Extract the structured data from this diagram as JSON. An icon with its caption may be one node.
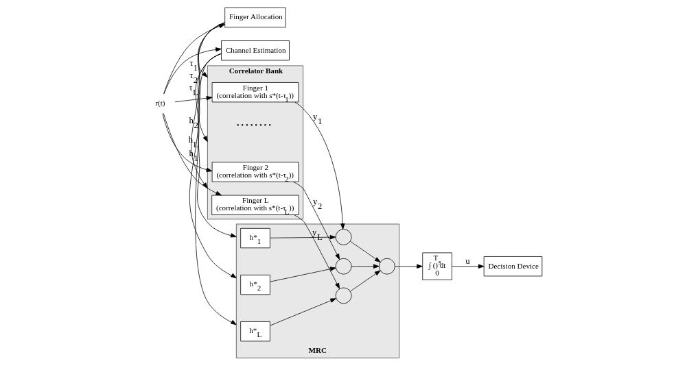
{
  "diagram": {
    "nodes": [
      {
        "text": [
          "r(t)"
        ]
      },
      {
        "text": [
          "Finger Allocation"
        ]
      },
      {
        "text": [
          "Channel Estimation"
        ]
      },
      {
        "text": [
          "Correlator Bank"
        ]
      },
      {
        "text": [
          "Finger 1",
          "(correlation with s*(t-τ$_{1}$))"
        ],
        "in": 3
      },
      {
        "text": [
          "Finger 2",
          "(correlation with s*(t-τ$_{2}$))"
        ],
        "in": 3
      },
      {
        "text": [
          "Finger L",
          "(correlation with s*(t-τ$_{L}$))"
        ],
        "in": 3
      },
      {
        "text": [
          "MRC"
        ]
      },
      {
        "text": [
          "h*$_{1}$"
        ],
        "in": 7
      },
      {
        "text": [],
        "shape": "circle",
        "in": 7
      },
      {
        "text": [
          "h*$_{2}$"
        ],
        "in": 7
      },
      {
        "text": [],
        "shape": "circle",
        "in": 7
      },
      {
        "text": [
          "h*$_{L}$"
        ],
        "in": 7
      },
      {
        "text": [],
        "shape": "circle",
        "in": 7
      },
      {
        "text": [],
        "shape": "circle",
        "in": 7
      },
      {
        "text": [
          "T$_{s}$",
          "∫ () dt",
          "0"
        ]
      },
      {
        "text": [
          "Decision Device"
        ]
      }
    ],
    "edges": [
      {
        "from": 0,
        "to": 1,
        "arrow": "to"
      },
      {
        "from": 0,
        "to": 2,
        "arrow": "to"
      },
      {
        "from": 0,
        "to": 4,
        "arrow": "to"
      },
      {
        "from": 0,
        "to": 5,
        "arrow": "to"
      },
      {
        "from": 0,
        "to": 6,
        "arrow": "to"
      },
      {
        "from": 1,
        "to": 3,
        "arrow": "to",
        "label": "τ$_{1}$"
      },
      {
        "from": 1,
        "to": 3,
        "arrow": "to",
        "label": "τ$_{2}$"
      },
      {
        "from": 1,
        "to": 3,
        "arrow": "to",
        "label": "τ$_{L}$"
      },
      {
        "from": 2,
        "to": 7,
        "arrow": "to",
        "label": "h$_{1}$"
      },
      {
        "from": 2,
        "to": 7,
        "arrow": "to",
        "label": "h$_{2}$"
      },
      {
        "from": 2,
        "to": 7,
        "arrow": "to",
        "label": "h$_{L}$"
      },
      {
        "from": 4,
        "to": 9,
        "arrow": "to",
        "label": "y$_{1}$"
      },
      {
        "from": 5,
        "to": 11,
        "arrow": "to",
        "label": "y$_{2}$"
      },
      {
        "from": 6,
        "to": 13,
        "arrow": "to",
        "label": "y$_{L}$"
      },
      {
        "from": 8,
        "to": 9,
        "arrow": "to"
      },
      {
        "from": 10,
        "to": 11,
        "arrow": "to"
      },
      {
        "from": 12,
        "to": 13,
        "arrow": "to"
      },
      {
        "from": 9,
        "to": 14,
        "arrow": "to"
      },
      {
        "from": 11,
        "to": 14,
        "arrow": "to"
      },
      {
        "from": 13,
        "to": 14,
        "arrow": "to"
      },
      {
        "from": 14,
        "to": 15,
        "arrow": "to"
      },
      {
        "from": 15,
        "to": 16,
        "arrow": "to",
        "label": "u"
      }
    ],
    "labels": [
      "• • • • • • • •"
    ]
  }
}
